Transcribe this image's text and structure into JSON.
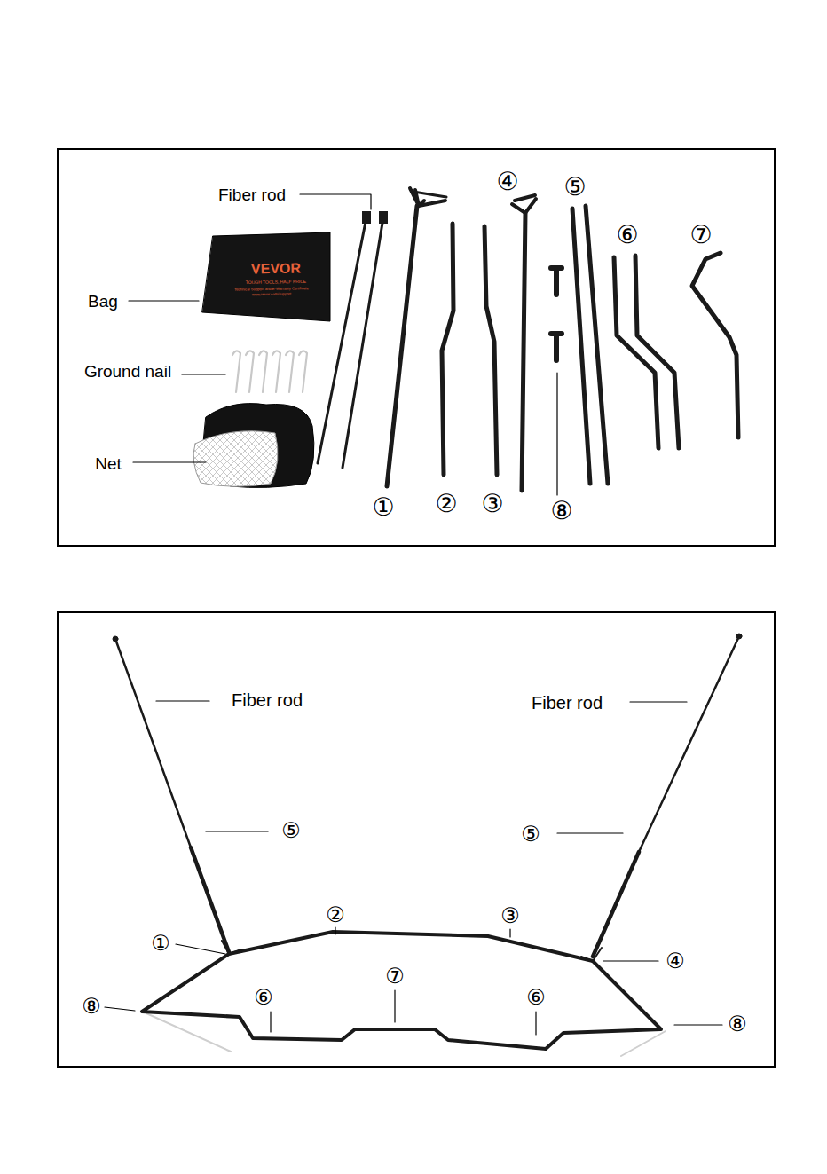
{
  "diagram": {
    "labels": [
      "Fiber rod",
      "Bag",
      "Ground nail",
      "Net",
      "VEVOR",
      "TOUGH TOOLS, HALF PRICE",
      "Technical Support and E-Warranty Certificate",
      "www.vevor.com/support",
      "①",
      "②",
      "③",
      "④",
      "⑤",
      "⑥",
      "⑦",
      "⑧",
      "Fiber rod",
      "Fiber rod",
      "⑤",
      "⑤",
      "②",
      "③",
      "①",
      "⑦",
      "④",
      "⑧",
      "⑥",
      "⑥",
      "⑧"
    ]
  }
}
